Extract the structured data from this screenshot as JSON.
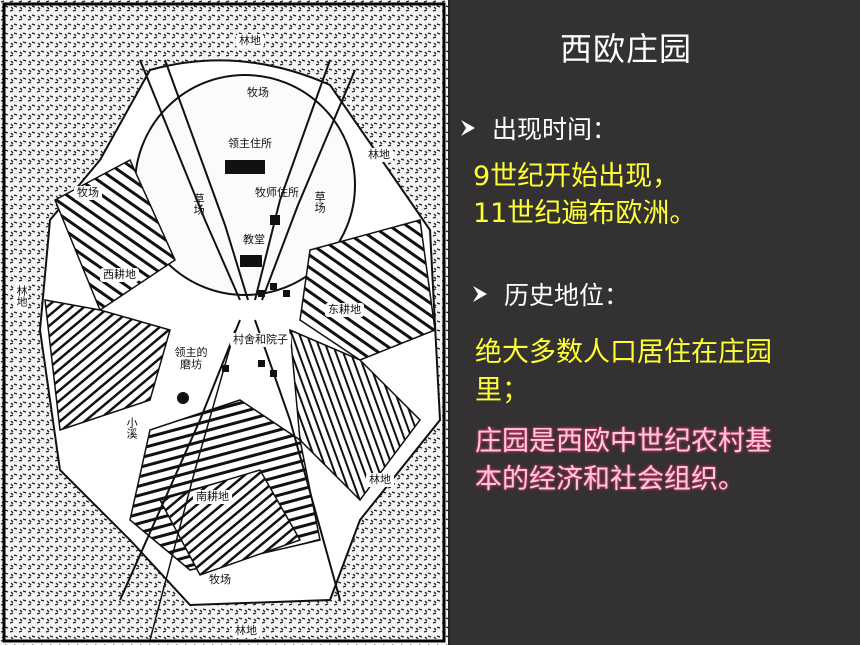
{
  "slide_title": "西欧庄园",
  "sections": [
    {
      "heading": "出现时间：",
      "lines": [
        "9世纪开始出现，",
        "11世纪遍布欧洲。"
      ]
    },
    {
      "heading": "历史地位：",
      "lines": [
        "绝大多数人口居住在庄园",
        "里；"
      ],
      "lines_pink": [
        "庄园是西欧中世纪农村基",
        "本的经济和社会组织。"
      ]
    }
  ],
  "map_labels": {
    "forest_top": "林地",
    "pasture_top": "牧场",
    "lord_residence": "领主住所",
    "forest_right_top": "林地",
    "pastor_residence": "牧师住所",
    "pasture_left": "牧场",
    "pasture_mid_left": "草场",
    "pasture_mid_right": "草场",
    "church": "教堂",
    "west_field": "西耕地",
    "forest_left": "林地",
    "east_field": "东耕地",
    "village": "村舍和院子",
    "lord_mill": "领主的磨坊",
    "brook": "小溪",
    "forest_right_bottom": "林地",
    "south_field": "南耕地",
    "pasture_bottom": "牧场",
    "forest_bottom": "林地"
  },
  "colors": {
    "background": "#333131",
    "heading": "#ffffff",
    "yellow_text": "#ffff33",
    "pink_text": "#ffc8d8"
  }
}
